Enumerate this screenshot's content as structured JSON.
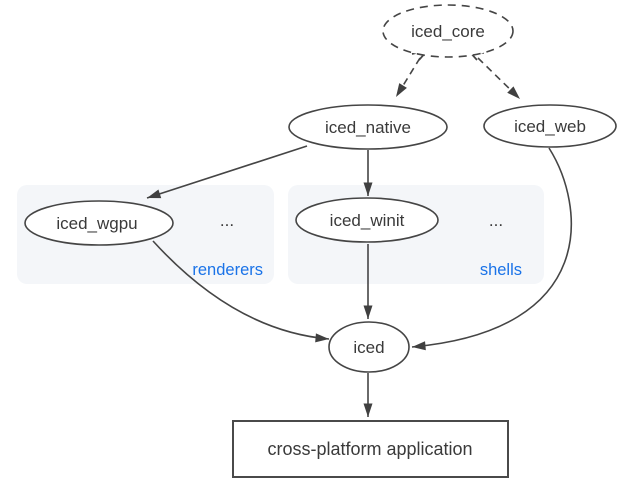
{
  "diagram": {
    "description": "Dependency diagram of the iced GUI library ecosystem",
    "colors": {
      "background": "#ffffff",
      "stroke": "#454545",
      "text": "#3a3a3a",
      "accent_blue": "#1a73e8",
      "group_fill": "#f4f6f9"
    },
    "nodes": {
      "iced_core": "iced_core",
      "iced_native": "iced_native",
      "iced_web": "iced_web",
      "iced_wgpu": "iced_wgpu",
      "iced_winit": "iced_winit",
      "iced": "iced",
      "application": "cross-platform application"
    },
    "groups": {
      "renderers": {
        "label": "renderers",
        "ellipsis": "..."
      },
      "shells": {
        "label": "shells",
        "ellipsis": "..."
      }
    },
    "edges": [
      {
        "from": "iced_core",
        "to": "iced_native",
        "style": "dashed"
      },
      {
        "from": "iced_core",
        "to": "iced_web",
        "style": "dashed"
      },
      {
        "from": "iced_native",
        "to": "iced_wgpu",
        "style": "solid"
      },
      {
        "from": "iced_native",
        "to": "iced_winit",
        "style": "solid"
      },
      {
        "from": "iced_wgpu",
        "to": "iced",
        "style": "solid"
      },
      {
        "from": "iced_winit",
        "to": "iced",
        "style": "solid"
      },
      {
        "from": "iced_web",
        "to": "iced",
        "style": "solid"
      },
      {
        "from": "iced",
        "to": "cross-platform application",
        "style": "solid"
      }
    ]
  }
}
